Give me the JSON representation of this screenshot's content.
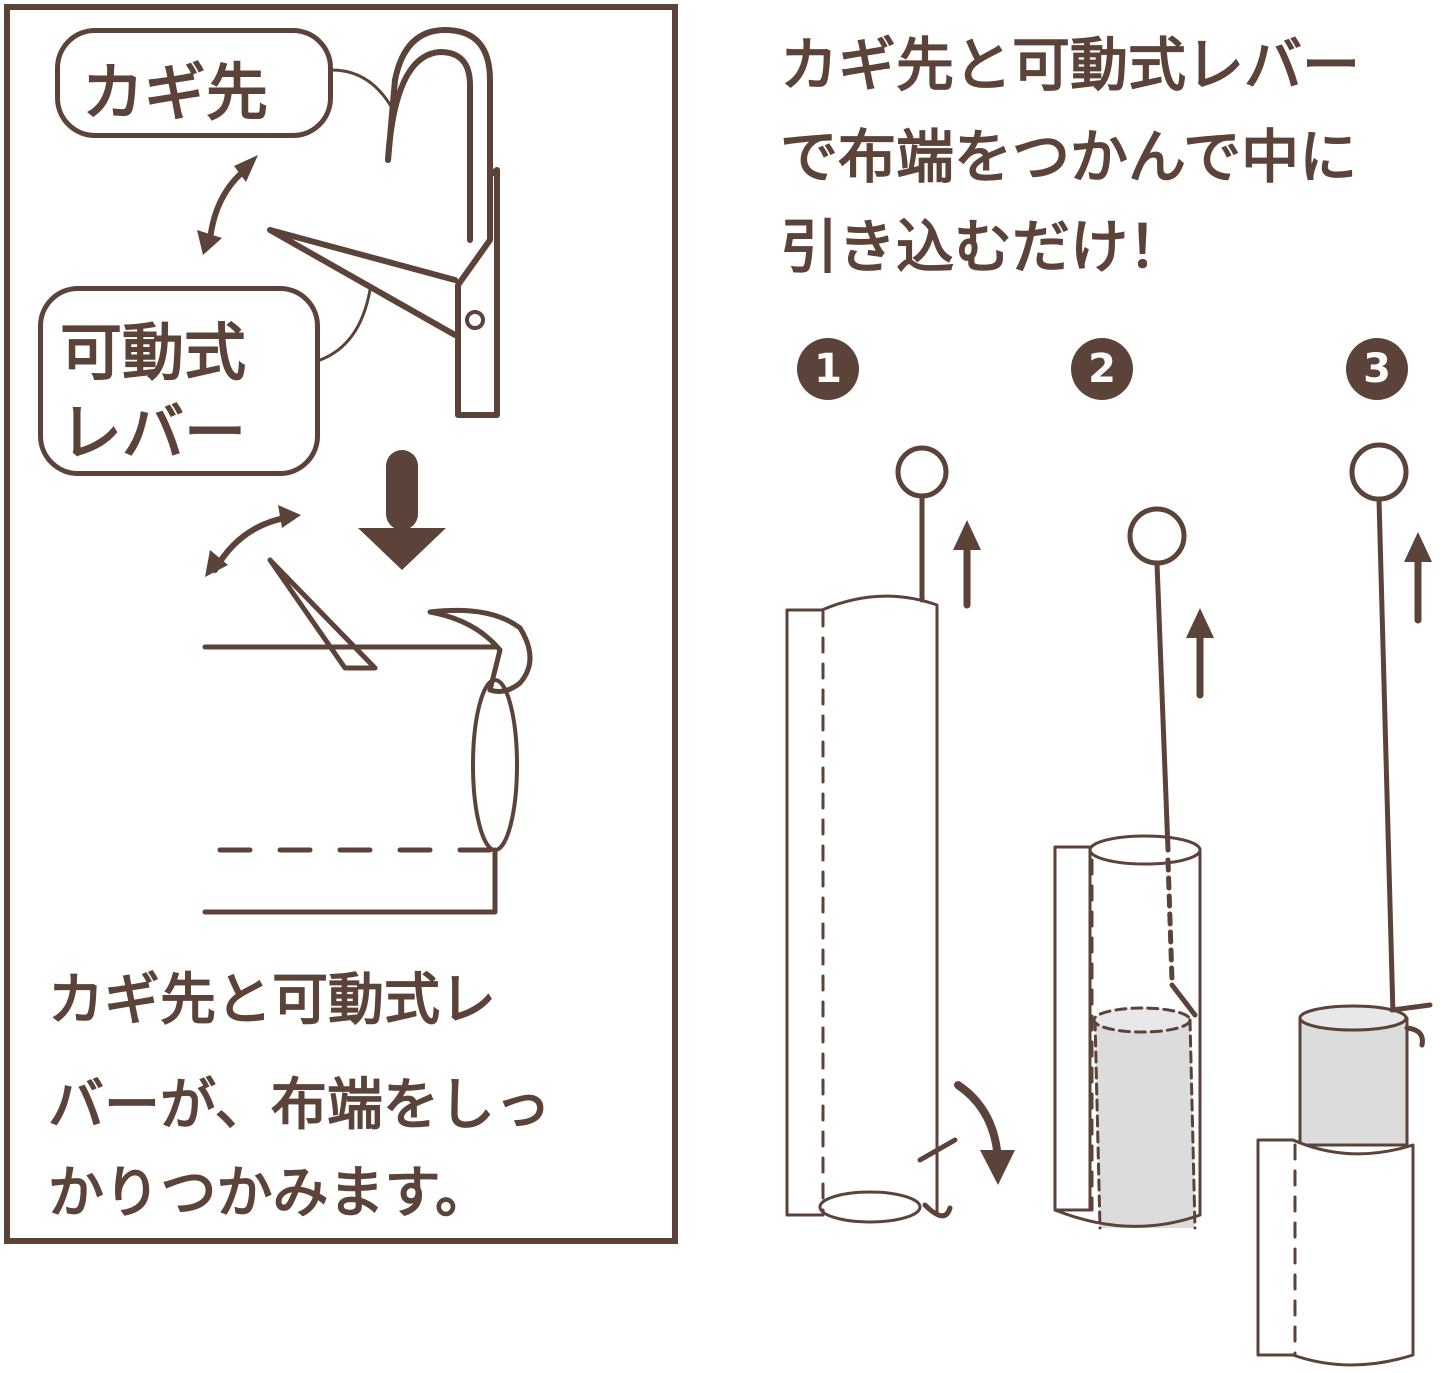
{
  "left_panel": {
    "label_hook_tip": "カギ先",
    "label_lever_line1": "可動式",
    "label_lever_line2": "レバー",
    "caption_lines": [
      "カギ先と可動式レ",
      "バーが、布端をしっ",
      "かりつかみます。"
    ]
  },
  "right_panel": {
    "heading_lines": [
      "カギ先と可動式レバー",
      "で布端をつかんで中に",
      "引き込むだけ！"
    ],
    "steps": [
      {
        "number": "1"
      },
      {
        "number": "2"
      },
      {
        "number": "3"
      }
    ]
  },
  "colors": {
    "brown": "#5b4339",
    "fill_gray": "#dcdcdc",
    "background": "#ffffff"
  }
}
